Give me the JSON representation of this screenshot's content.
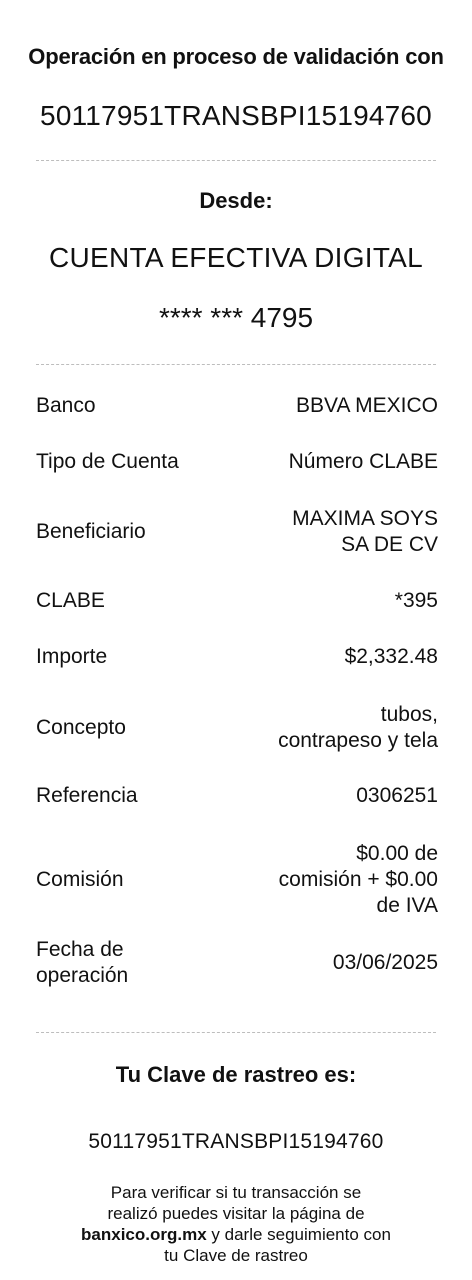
{
  "header": {
    "status_text": "Operación en proceso de validación con",
    "reference": "50117951TRANSBPI15194760"
  },
  "origin": {
    "label": "Desde:",
    "account_name": "CUENTA EFECTIVA DIGITAL",
    "account_mask": "**** *** 4795"
  },
  "details": {
    "banco": {
      "label": "Banco",
      "value": "BBVA MEXICO"
    },
    "tipo_cuenta": {
      "label": "Tipo de Cuenta",
      "value": "Número CLABE"
    },
    "beneficiario": {
      "label": "Beneficiario",
      "value_line1": "MAXIMA SOYS",
      "value_line2": "SA DE CV"
    },
    "clabe": {
      "label": "CLABE",
      "value": "*395"
    },
    "importe": {
      "label": "Importe",
      "value": "$2,332.48"
    },
    "concepto": {
      "label": "Concepto",
      "value_line1": "tubos,",
      "value_line2": "contrapeso y tela"
    },
    "referencia": {
      "label": "Referencia",
      "value": "0306251"
    },
    "comision": {
      "label": "Comisión",
      "value_line1": "$0.00 de",
      "value_line2": "comisión + $0.00",
      "value_line3": "de IVA"
    },
    "fecha": {
      "label_line1": "Fecha de",
      "label_line2": "operación",
      "value": "03/06/2025"
    }
  },
  "trace": {
    "label": "Tu Clave de rastreo es:",
    "code": "50117951TRANSBPI15194760"
  },
  "verify": {
    "line1": "Para verificar si tu transacción se",
    "line2": "realizó puedes visitar la página de",
    "link": "banxico.org.mx",
    "line3_rest": " y darle seguimiento con",
    "line4": "tu Clave de rastreo"
  },
  "colors": {
    "text": "#111111",
    "divider": "#bdbdbd",
    "background": "#ffffff"
  }
}
